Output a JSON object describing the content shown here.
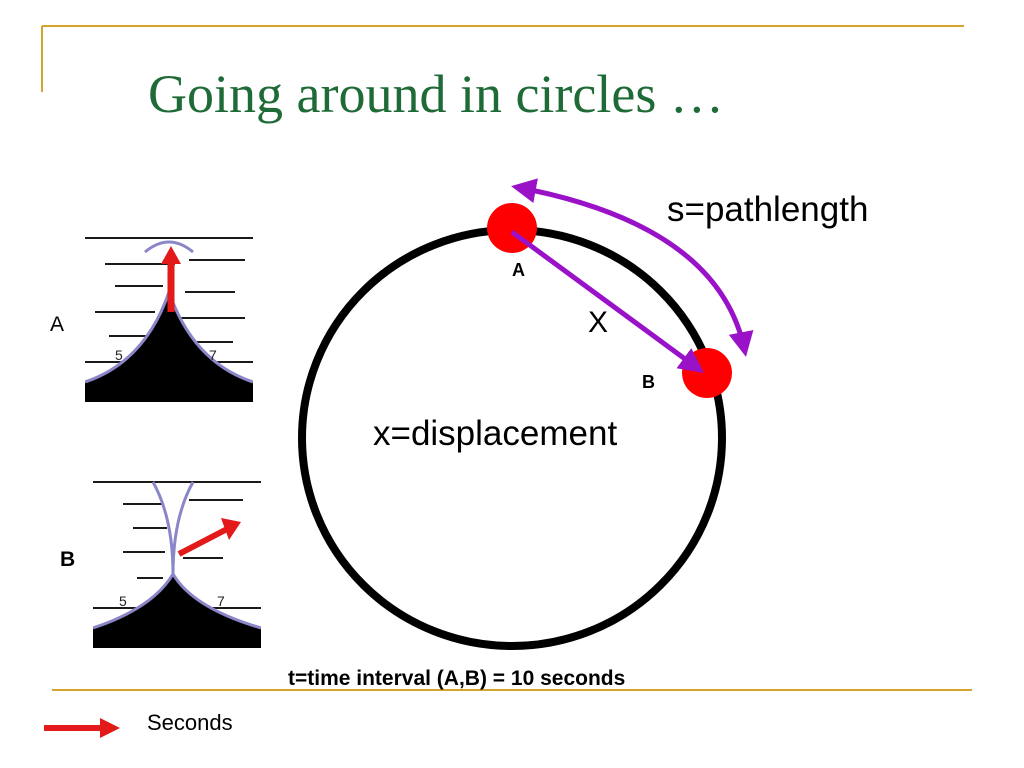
{
  "slide": {
    "title": "Going around in circles …",
    "labels": {
      "pathlength": "s=pathlength",
      "displacement_symbol": "X",
      "displacement": "x=displacement",
      "point_a": "A",
      "point_b": "B",
      "clock_a": "A",
      "clock_b": "B",
      "time_interval": "t=time interval (A,B) = 10 seconds",
      "legend": "Seconds"
    },
    "colors": {
      "title": "#1f6b37",
      "rule": "#d4a52a",
      "circle": "#000000",
      "point": "#ff0000",
      "arrow": "#9a12c8",
      "seconds_hand": "#e21a1a"
    }
  }
}
